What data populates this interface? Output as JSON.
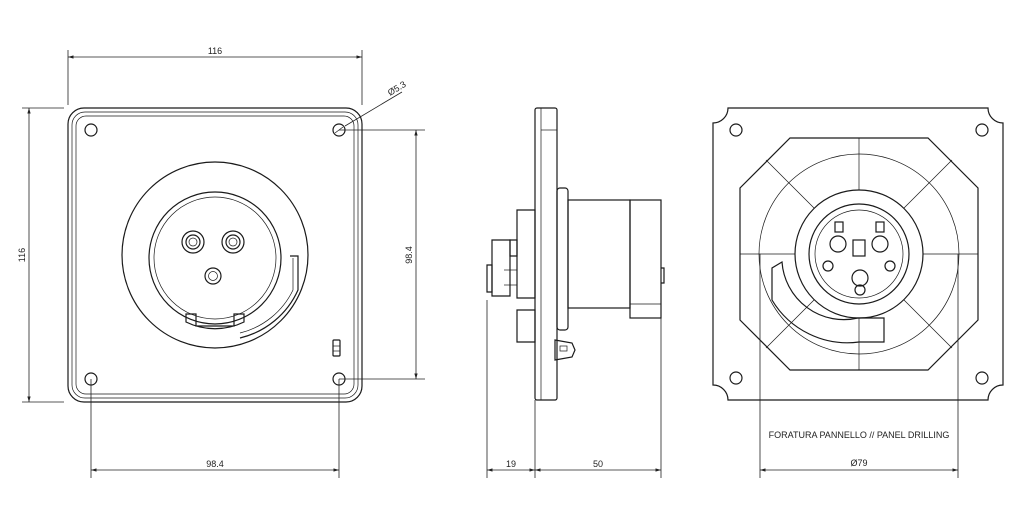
{
  "front_view": {
    "width_dim": "116",
    "height_dim": "116",
    "hole_dim": "Ø5.3",
    "hole_spacing_vertical": "98.4",
    "hole_spacing_horizontal": "98.4"
  },
  "side_view": {
    "rear_depth_dim": "19",
    "front_depth_dim": "50"
  },
  "rear_view": {
    "drilling_label": "FORATURA PANNELLO // PANEL DRILLING",
    "drilling_dim": "Ø79"
  }
}
